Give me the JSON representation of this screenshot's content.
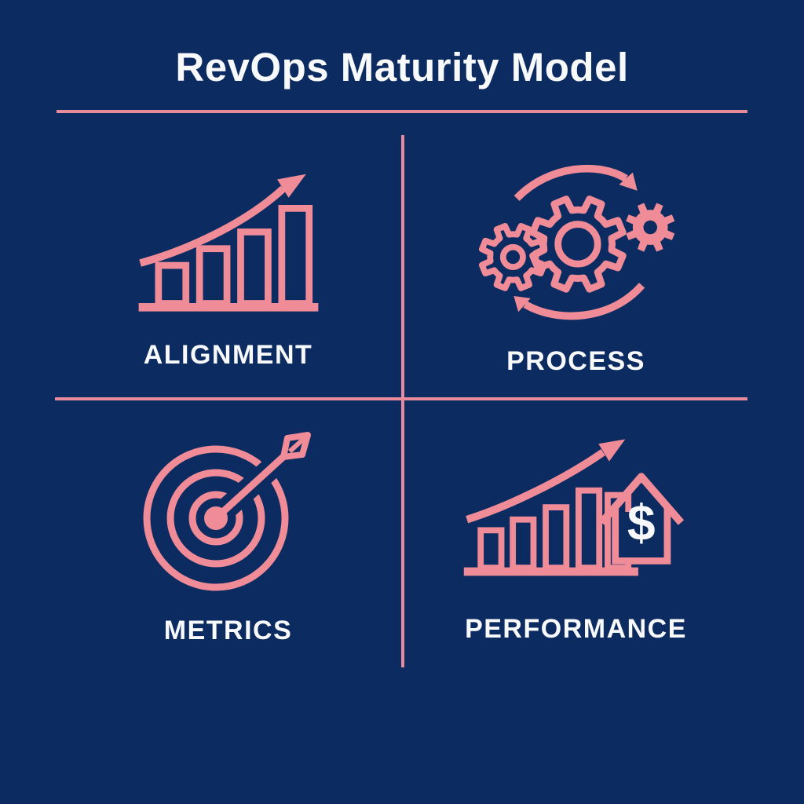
{
  "title": "RevOps Maturity Model",
  "colors": {
    "background": "#0c2b60",
    "accent": "#ef8c97",
    "divider": "#e78b9d",
    "text": "#f8f9fb"
  },
  "quadrants": [
    {
      "id": "alignment",
      "label": "ALIGNMENT",
      "icon": "growth-bar-chart-icon"
    },
    {
      "id": "process",
      "label": "PROCESS",
      "icon": "gears-cycle-icon"
    },
    {
      "id": "metrics",
      "label": "METRICS",
      "icon": "target-dart-icon"
    },
    {
      "id": "performance",
      "label": "PERFORMANCE",
      "icon": "house-dollar-growth-icon",
      "icon_text": "$"
    }
  ]
}
